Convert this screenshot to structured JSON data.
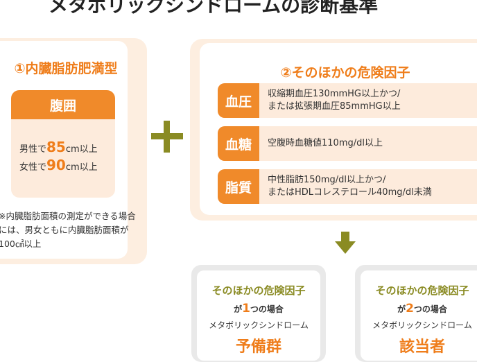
{
  "title": "メタボリックシンドロームの診断基準",
  "panel1": {
    "title": "①内臓脂肪肥満型",
    "waist": {
      "header": "腹囲",
      "male_prefix": "男性で",
      "male_value": "85",
      "male_suffix": "cm以上",
      "female_prefix": "女性で",
      "female_value": "90",
      "female_suffix": "cm以上"
    },
    "note": "※内臓脂肪面積の測定ができる場合には、男女ともに内臓脂肪面積が100㎠以上"
  },
  "panel2": {
    "title": "②そのほかの危険因子",
    "factors": [
      {
        "label": "血圧",
        "line1": "収縮期血圧130mmHG以上かつ/",
        "line2": "または拡張期血圧85mmHG以上"
      },
      {
        "label": "血糖",
        "line1": "空腹時血糖値110mg/dl以上",
        "line2": ""
      },
      {
        "label": "脂質",
        "line1": "中性脂肪150mg/dl以上かつ/",
        "line2": "またはHDLコレステロール40mg/dl未満"
      }
    ]
  },
  "results": [
    {
      "heading": "そのほかの危険因子",
      "prefix": "が",
      "count": "1",
      "suffix": "つの場合",
      "condition": "メタボリックシンドローム",
      "verdict": "予備群"
    },
    {
      "heading": "そのほかの危険因子",
      "prefix": "が",
      "count": "2",
      "suffix": "つの場合",
      "condition": "メタボリックシンドローム",
      "verdict": "該当者"
    }
  ],
  "colors": {
    "orange": "#f08a2a",
    "olive": "#8a8b23",
    "peach": "#fdebdc"
  }
}
